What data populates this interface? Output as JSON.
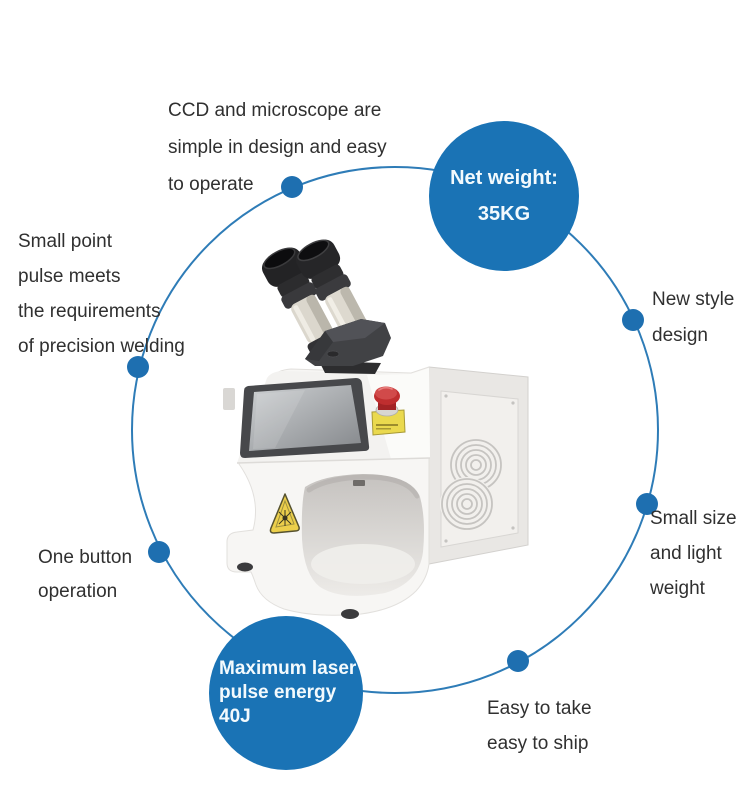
{
  "title": "Laser welding machine feature diagram",
  "colors": {
    "accent_blue": "#1a73b5",
    "ring_blue": "#2e7cb7",
    "dot_blue": "#1e6fb0",
    "text_dark": "#303030",
    "badge_text": "#f3fafd"
  },
  "badges": {
    "net_weight": {
      "lines": [
        "Net weight:",
        "35KG"
      ]
    },
    "max_energy": {
      "lines": [
        "Maximum laser",
        "pulse energy",
        "40J"
      ]
    }
  },
  "labels": {
    "ccd": {
      "lines": [
        "CCD and microscope are",
        "simple in design and easy",
        "to operate"
      ]
    },
    "small_point": {
      "lines": [
        "Small point",
        "pulse meets",
        "the requirements",
        "of precision welding"
      ]
    },
    "one_button": {
      "lines": [
        "One button",
        "operation"
      ]
    },
    "new_style": {
      "lines": [
        "New style",
        "design"
      ]
    },
    "small_size": {
      "lines": [
        "Small size",
        "and light",
        "weight"
      ]
    },
    "easy_ship": {
      "lines": [
        "Easy to take",
        "easy to ship"
      ]
    }
  },
  "machine": {
    "alt": "White desktop laser welding machine with binocular microscope, touchscreen, emergency stop button, side fan vent, laser warning sticker and arched work chamber"
  }
}
